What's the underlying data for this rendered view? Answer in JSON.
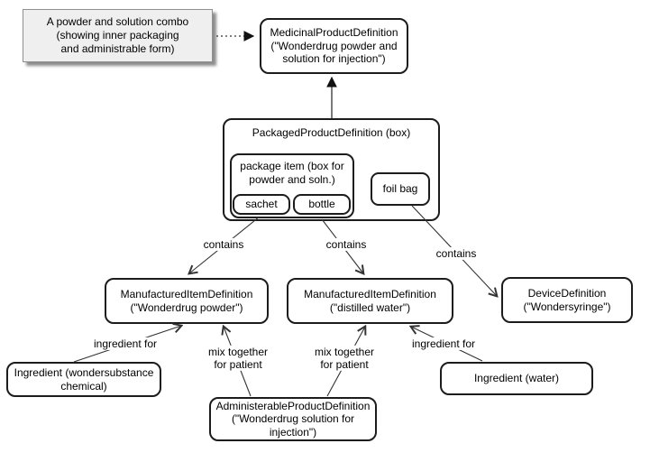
{
  "diagram": {
    "note": "A powder and solution combo\n(showing inner packaging\nand administrable form)",
    "nodes": {
      "medicinal": "MedicinalProductDefinition\n(\"Wonderdrug powder and\nsolution for injection\")",
      "packaged": "PackagedProductDefinition (box)",
      "package_item": "package item (box for\npowder and soln.)",
      "sachet": "sachet",
      "bottle": "bottle",
      "foil_bag": "foil bag",
      "manufactured_powder": "ManufacturedItemDefinition\n(\"Wonderdrug powder\")",
      "manufactured_water": "ManufacturedItemDefinition\n(\"distilled water\")",
      "device": "DeviceDefinition\n(\"Wondersyringe\")",
      "ingredient_chemical": "Ingredient (wondersubstance\nchemical)",
      "administerable": "AdministerableProductDefinition\n(\"Wonderdrug solution for\ninjection\")",
      "ingredient_water": "Ingredient (water)"
    },
    "edge_labels": {
      "contains_1": "contains",
      "contains_2": "contains",
      "contains_3": "contains",
      "ingredient_for_left": "ingredient for",
      "ingredient_for_right": "ingredient for",
      "mix_together_left": "mix together\nfor patient",
      "mix_together_right": "mix together\nfor patient"
    },
    "colors": {
      "node_border": "#1c1c1c",
      "edge_line": "#333333",
      "note_fill": "#efefef",
      "note_border": "#8f8f8f",
      "background": "#ffffff"
    }
  }
}
